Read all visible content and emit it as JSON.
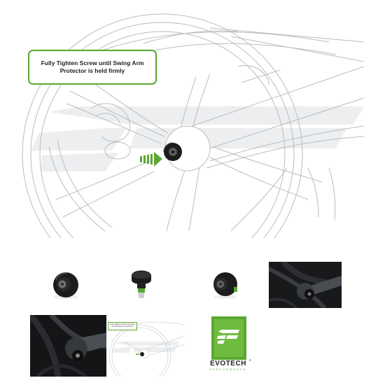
{
  "main": {
    "callout_text": "Fully Tighten Screw until Swing Arm Protector is held firmly"
  },
  "gallery": {
    "mini_callout_text": "Fully Tighten Screw until Swing Arm Protector is held firmly",
    "brand": {
      "name": "EVOTECH",
      "tagline": "PERFORMANCE",
      "registered_mark": "®"
    }
  },
  "colors": {
    "accent_green": "#5aa832",
    "line_art": "#b9bcbf",
    "watermark": "#eceef0",
    "product_black": "#1c1c1c"
  }
}
